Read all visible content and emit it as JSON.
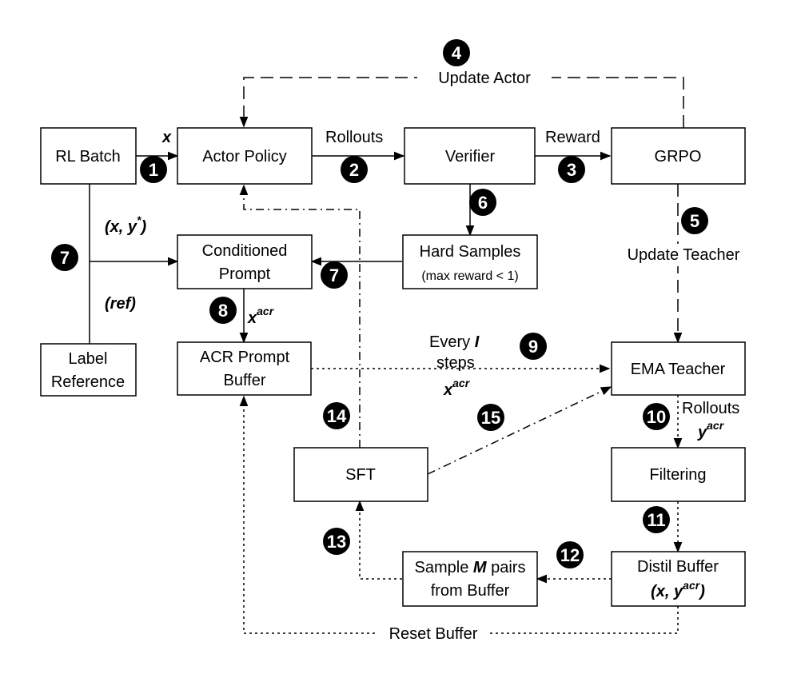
{
  "boxes": {
    "rl_batch": "RL Batch",
    "actor_policy": "Actor Policy",
    "verifier": "Verifier",
    "grpo": "GRPO",
    "conditioned_prompt": [
      "Conditioned",
      "Prompt"
    ],
    "hard_samples": [
      "Hard Samples",
      "(max reward < 1)"
    ],
    "label_reference": [
      "Label",
      "Reference"
    ],
    "acr_prompt_buffer": [
      "ACR Prompt",
      "Buffer"
    ],
    "ema_teacher": "EMA Teacher",
    "sft": "SFT",
    "filtering": "Filtering",
    "sample_pairs": [
      "Sample ",
      "M",
      " pairs",
      "from Buffer"
    ],
    "distil_buffer": [
      "Distil Buffer",
      "(x, y",
      "acr",
      ")"
    ]
  },
  "edge_labels": {
    "x": "x",
    "rollouts": "Rollouts",
    "reward": "Reward",
    "update_actor": "Update Actor",
    "update_teacher": "Update Teacher",
    "x_ystar": [
      "(x, y",
      "*",
      ")"
    ],
    "ref": "(ref)",
    "x_acr_down": [
      "x",
      "acr"
    ],
    "every_steps": [
      "Every ",
      "I",
      "steps"
    ],
    "x_acr_mid": [
      "x",
      "acr"
    ],
    "rollouts_teacher": "Rollouts",
    "y_acr": [
      "y",
      "acr"
    ],
    "reset_buffer": "Reset Buffer"
  },
  "badges": {
    "b1": "1",
    "b2": "2",
    "b3": "3",
    "b4": "4",
    "b5": "5",
    "b6": "6",
    "b7a": "7",
    "b7b": "7",
    "b8": "8",
    "b9": "9",
    "b10": "10",
    "b11": "11",
    "b12": "12",
    "b13": "13",
    "b14": "14",
    "b15": "15"
  }
}
